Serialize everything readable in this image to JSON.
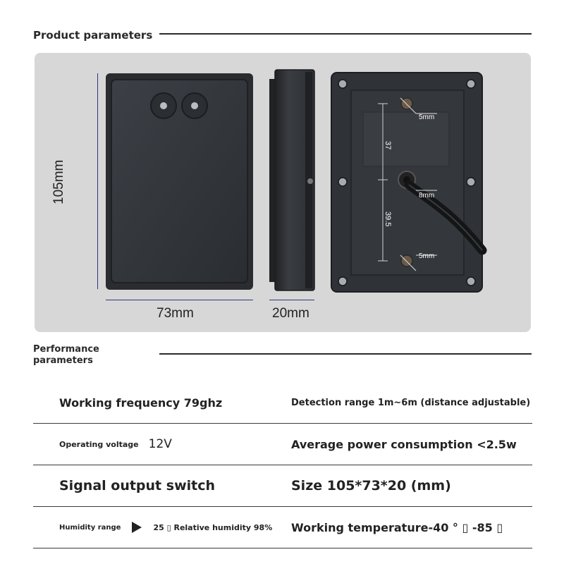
{
  "header": {
    "title": "Product parameters"
  },
  "dimensions": {
    "height": "105mm",
    "width": "73mm",
    "depth": "20mm"
  },
  "back_view": {
    "labels": [
      "5mm",
      "37",
      "8mm",
      "39.5",
      "5mm"
    ]
  },
  "performance": {
    "title_line1": "Performance",
    "title_line2": "parameters",
    "rows": [
      {
        "left": "Working frequency 79ghz",
        "right": "Detection range 1m~6m (distance adjustable)"
      },
      {
        "left_label": "Operating voltage",
        "left_value": "12V",
        "right": "Average power consumption <2.5w"
      },
      {
        "left": "Signal output switch",
        "right": "Size 105*73*20 (mm)"
      },
      {
        "left_label": "Humidity range",
        "left_value": "25 ▯ Relative humidity 98%",
        "right": "Working temperature-40 ° ▯ -85 ▯"
      }
    ]
  },
  "colors": {
    "panel_bg": "#d7d7d7",
    "device": "#35383d",
    "dim_line": "#2b3680",
    "text": "#222222"
  }
}
